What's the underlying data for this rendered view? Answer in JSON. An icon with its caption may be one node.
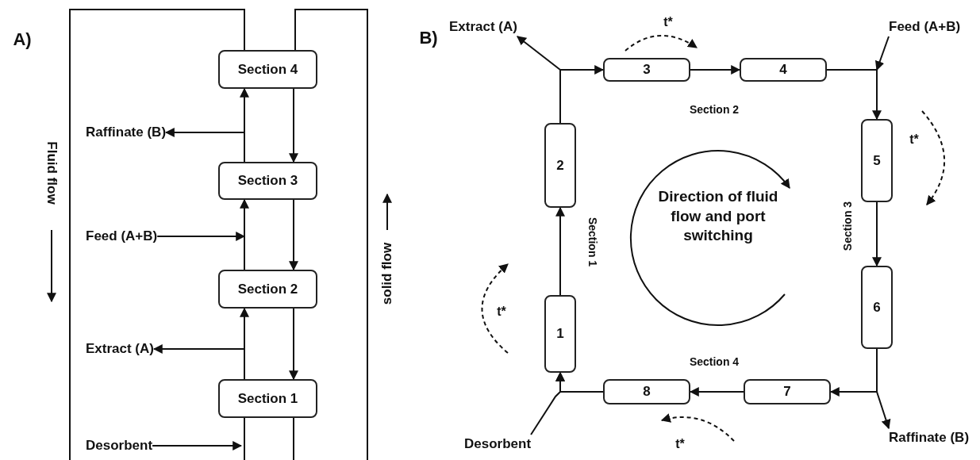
{
  "diagram": {
    "nodes": [
      {
        "text": [
          "Section 4"
        ]
      },
      {
        "text": [
          "Section 3"
        ]
      },
      {
        "text": [
          "Section 2"
        ]
      },
      {
        "text": [
          "Section 1"
        ]
      },
      {
        "text": [
          "Raffinate (B)"
        ]
      },
      {
        "text": [
          "Feed (A+B)"
        ]
      },
      {
        "text": [
          "Extract (A)"
        ]
      },
      {
        "text": [
          "Desorbent"
        ]
      },
      {
        "text": [
          "1"
        ]
      },
      {
        "text": [
          "2"
        ]
      },
      {
        "text": [
          "3"
        ]
      },
      {
        "text": [
          "4"
        ]
      },
      {
        "text": [
          "5"
        ]
      },
      {
        "text": [
          "6"
        ]
      },
      {
        "text": [
          "7"
        ]
      },
      {
        "text": [
          "8"
        ]
      },
      {
        "text": [
          "Extract (A)"
        ]
      },
      {
        "text": [
          "Feed (A+B)"
        ]
      },
      {
        "text": [
          "Raffinate (B)"
        ]
      },
      {
        "text": [
          "Desorbent"
        ]
      }
    ],
    "edges": [
      {
        "from": 3,
        "to": 2,
        "arrow": "to"
      },
      {
        "from": 2,
        "to": 1,
        "arrow": "to"
      },
      {
        "from": 1,
        "to": 0,
        "arrow": "to"
      },
      {
        "from": 0,
        "to": 1,
        "arrow": "to"
      },
      {
        "from": 1,
        "to": 2,
        "arrow": "to"
      },
      {
        "from": 2,
        "to": 3,
        "arrow": "to"
      },
      {
        "from": null,
        "to": 4,
        "arrow": "to"
      },
      {
        "from": 5,
        "to": null,
        "arrow": "to"
      },
      {
        "from": null,
        "to": 6,
        "arrow": "to"
      },
      {
        "from": 7,
        "to": null,
        "arrow": "to"
      },
      {
        "from": 8,
        "to": 9,
        "arrow": "to"
      },
      {
        "from": 9,
        "to": 10,
        "arrow": "to"
      },
      {
        "from": 10,
        "to": 11,
        "arrow": "to"
      },
      {
        "from": 11,
        "to": 12,
        "arrow": "to"
      },
      {
        "from": 12,
        "to": 13,
        "arrow": "to"
      },
      {
        "from": 13,
        "to": 14,
        "arrow": "to"
      },
      {
        "from": 14,
        "to": 15,
        "arrow": "to"
      },
      {
        "from": 15,
        "to": 8,
        "arrow": "to"
      },
      {
        "from": null,
        "to": 16,
        "arrow": "to"
      },
      {
        "from": 17,
        "to": null,
        "arrow": "to"
      },
      {
        "from": null,
        "to": 18,
        "arrow": "to"
      },
      {
        "from": 19,
        "to": 8,
        "arrow": "to"
      }
    ],
    "labels": [
      "A)",
      "Fluid flow",
      "solid flow",
      "B)",
      "t*",
      "Section 2",
      "t*",
      "Section 1",
      "Direction of fluid flow and port switching",
      "Section 3",
      "t*",
      "Section 4",
      "t*"
    ]
  }
}
